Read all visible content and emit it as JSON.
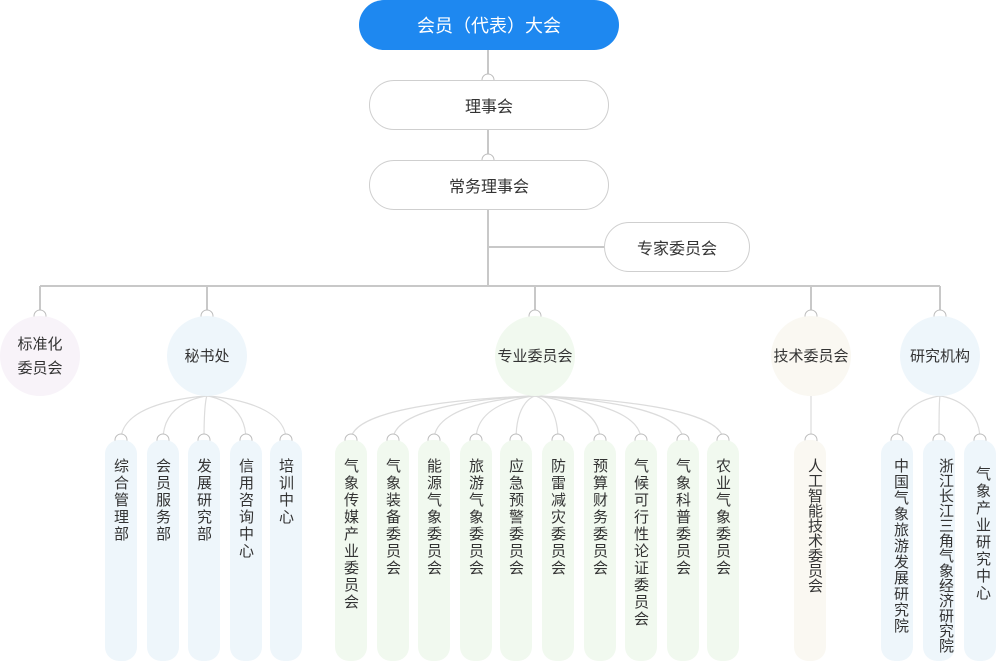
{
  "root": {
    "label": "会员（代表）大会"
  },
  "council": {
    "label": "理事会"
  },
  "standing_council": {
    "label": "常务理事会"
  },
  "expert_committee": {
    "label": "专家委员会"
  },
  "colors": {
    "root": "#1e88f0",
    "line": "#c8c8c8",
    "purple": "#f8f3f9",
    "blue": "#eef6fb",
    "green": "#f1f9ef",
    "beige": "#faf8f2"
  },
  "branches": [
    {
      "label": "标准化委员会",
      "label_lines": [
        "标准化",
        "委员会"
      ],
      "children": []
    },
    {
      "label": "秘书处",
      "children": [
        "综合管理部",
        "会员服务部",
        "发展研究部",
        "信用咨询中心",
        "培训中心"
      ]
    },
    {
      "label": "专业委员会",
      "children": [
        "气象传媒产业委员会",
        "气象装备委员会",
        "能源气象委员会",
        "旅游气象委员会",
        "应急预警委员会",
        "防雷减灾委员会",
        "预算财务委员会",
        "气候可行性论证委员会",
        "气象科普委员会",
        "农业气象委员会"
      ]
    },
    {
      "label": "技术委员会",
      "children": [
        "人工智能技术委员会"
      ]
    },
    {
      "label": "研究机构",
      "children": [
        "中国气象旅游发展研究院",
        "浙江长江三角气象经济研究院",
        "气象产业研究中心"
      ]
    }
  ]
}
